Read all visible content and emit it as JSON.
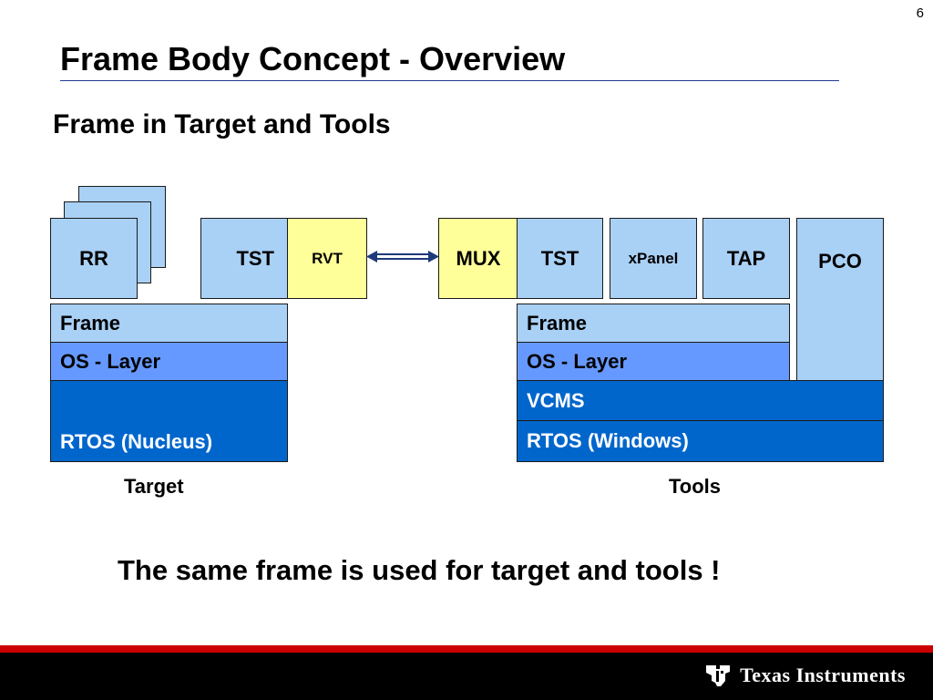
{
  "page_number": "6",
  "title": "Frame Body Concept - Overview",
  "subtitle": "Frame in Target and Tools",
  "target": {
    "rr_label": "RR",
    "tst_label": "TST",
    "rvt_label": "RVT",
    "frame_label": "Frame",
    "os_layer_label": "OS - Layer",
    "rtos_label": "RTOS (Nucleus)",
    "caption": "Target"
  },
  "tools": {
    "mux_label": "MUX",
    "tst_label": "TST",
    "xpanel_label": "xPanel",
    "tap_label": "TAP",
    "pco_label": "PCO",
    "frame_label": "Frame",
    "os_layer_label": "OS - Layer",
    "vcms_label": "VCMS",
    "rtos_label": "RTOS (Windows)",
    "caption": "Tools"
  },
  "footer_statement": "The same frame is used for target and tools !",
  "brand": {
    "logo_icon": "texas-instruments-logo-icon",
    "name": "Texas Instruments"
  },
  "colors": {
    "light_blue": "#a9d0f5",
    "yellow": "#ffff99",
    "medium_blue": "#6699ff",
    "dark_blue": "#0066cc",
    "accent_red": "#cc0000",
    "arrow": "#1f3a7a"
  }
}
